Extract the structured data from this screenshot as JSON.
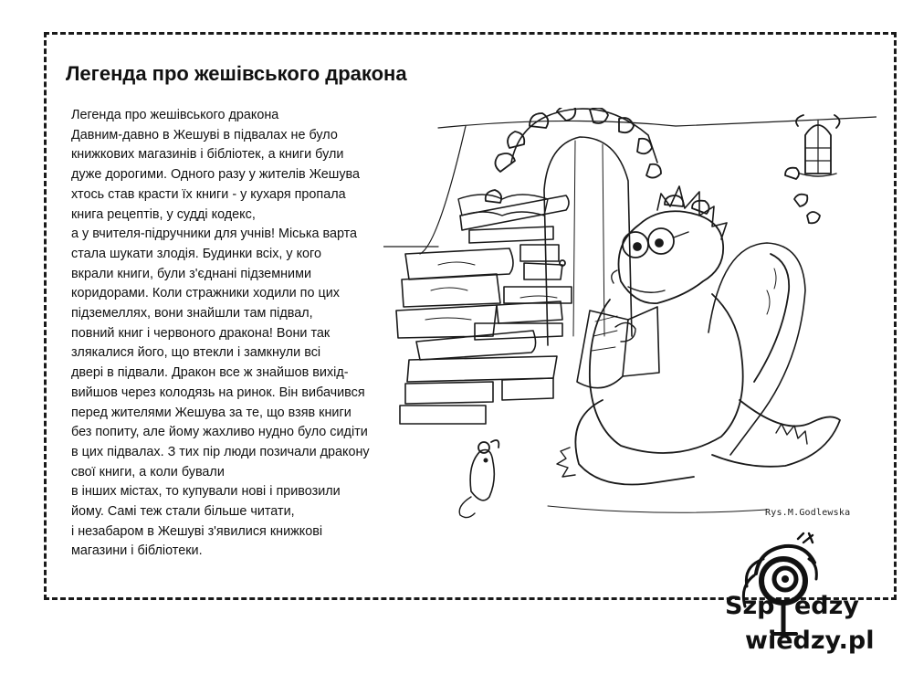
{
  "page": {
    "title": "Легенда про жешівського дракона"
  },
  "story": {
    "lines": [
      "Легенда про жешівського дракона",
      "Давним-давно в Жешуві в підвалах не було",
      "книжкових магазинів і бібліотек, а книги були",
      "дуже дорогими. Одного разу у жителів Жешува",
      "хтось став красти їх книги - у кухаря пропала",
      "книга рецептів, у судді кодекс,",
      "а у вчителя-підручники для учнів! Міська варта",
      "стала шукати злодія. Будинки всіх, у кого",
      "вкрали книги, були з'єднані підземними",
      "коридорами. Коли стражники ходили по цих",
      "підземеллях, вони знайшли там підвал,",
      "повний книг і червоного дракона! Вони так",
      "злякалися його, що втекли і замкнули всі",
      "двері в підвали. Дракон все ж знайшов вихід-",
      "вийшов через колодязь на ринок. Він вибачився",
      "перед жителями Жешува за те, що взяв книги",
      "без попиту, але йому жахливо нудно було сидіти",
      "в цих підвалах. З тих пір люди позичали дракону",
      "свої книги, а коли бували",
      "в інших містах, то купували нові і привозили",
      "йому. Самі теж стали більше читати,",
      " і незабаром в Жешуві з'явилися книжкові",
      "магазини і бібліотеки."
    ]
  },
  "illustration": {
    "signature": "Rys.M.Godlewska",
    "icon": "dragon-reading-illustration"
  },
  "logo": {
    "line1_a": "Szp",
    "line1_b": "edzy",
    "line2": "wiedzy.pl",
    "icon": "eye-mascot-icon"
  },
  "colors": {
    "ink": "#111111",
    "background": "#ffffff"
  }
}
